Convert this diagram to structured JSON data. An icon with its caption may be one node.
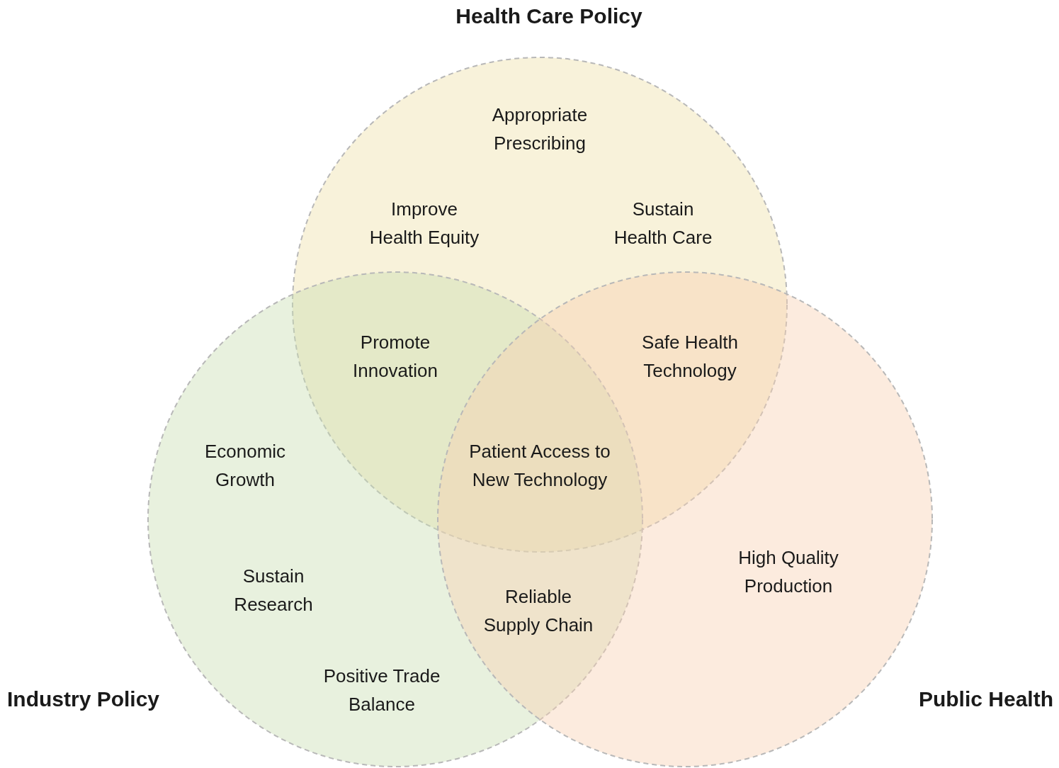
{
  "diagram": {
    "nodes": [
      {
        "text": [
          "Health Care Policy"
        ]
      },
      {
        "text": [
          "Industry Policy"
        ]
      },
      {
        "text": [
          "Public Health"
        ]
      }
    ],
    "labels": [
      "Appropriate Prescribing",
      "Improve Health Equity",
      "Sustain Health Care",
      "Promote Innovation",
      "Safe Health Technology",
      "Economic Growth",
      "Patient Access to New Technology",
      "High Quality Production",
      "Sustain Research",
      "Reliable Supply Chain",
      "Positive Trade Balance"
    ]
  }
}
